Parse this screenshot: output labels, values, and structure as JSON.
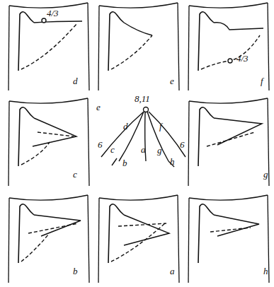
{
  "diagram": {
    "labels": [
      "4/3",
      "d",
      "e",
      "4/3",
      "f",
      "c",
      "e",
      "8,11",
      "d",
      "f",
      "6",
      "6",
      "c",
      "b",
      "a",
      "g",
      "h",
      "g",
      "b",
      "a",
      "h"
    ]
  }
}
